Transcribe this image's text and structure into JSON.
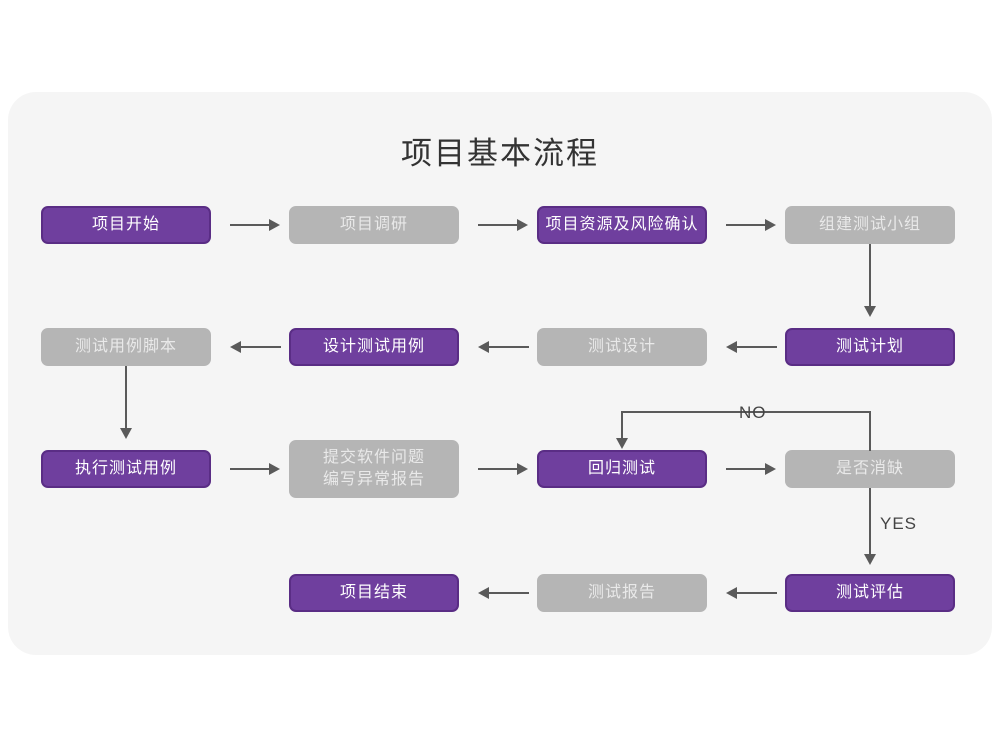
{
  "page": {
    "title": "项目基本流程",
    "background_color": "#ffffff",
    "card_color": "#f5f5f5"
  },
  "palette": {
    "purple_fill": "#6f3f9e",
    "purple_border": "#5a2d85",
    "gray_fill": "#b5b5b5",
    "gray_text": "#e9e9e9",
    "purple_text": "#ffffff",
    "connector": "#5a5a5a",
    "title_text": "#333333"
  },
  "flow": {
    "nodes": [
      {
        "id": "n1",
        "label": "项目开始",
        "style": "purple"
      },
      {
        "id": "n2",
        "label": "项目调研",
        "style": "gray"
      },
      {
        "id": "n3",
        "label": "项目资源及风险确认",
        "style": "purple"
      },
      {
        "id": "n4",
        "label": "组建测试小组",
        "style": "gray"
      },
      {
        "id": "n5",
        "label": "测试计划",
        "style": "purple"
      },
      {
        "id": "n6",
        "label": "测试设计",
        "style": "gray"
      },
      {
        "id": "n7",
        "label": "设计测试用例",
        "style": "purple"
      },
      {
        "id": "n8",
        "label": "测试用例脚本",
        "style": "gray"
      },
      {
        "id": "n9",
        "label": "执行测试用例",
        "style": "purple"
      },
      {
        "id": "n10",
        "label": "提交软件问题\n编写异常报告",
        "style": "gray"
      },
      {
        "id": "n11",
        "label": "回归测试",
        "style": "purple"
      },
      {
        "id": "n12",
        "label": "是否消缺",
        "style": "gray"
      },
      {
        "id": "n13",
        "label": "测试评估",
        "style": "purple"
      },
      {
        "id": "n14",
        "label": "测试报告",
        "style": "gray"
      },
      {
        "id": "n15",
        "label": "项目结束",
        "style": "purple"
      }
    ],
    "edge_labels": {
      "no": "NO",
      "yes": "YES"
    }
  }
}
